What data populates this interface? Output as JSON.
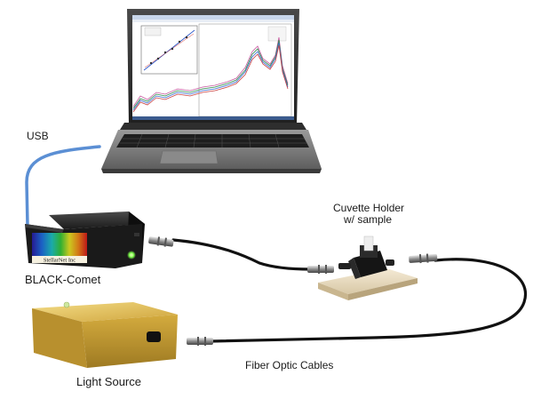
{
  "labels": {
    "usb": "USB",
    "spectrometer": "BLACK-Comet",
    "cuvette_line1": "Cuvette Holder",
    "cuvette_line2": "w/ sample",
    "fiber_optic": "Fiber Optic Cables",
    "light_source": "Light Source"
  },
  "brand": "StellarNet Inc",
  "colors": {
    "usb_cable": "#5b8fd4",
    "fiber_cable": "#111111",
    "spectrometer_body": "#1a1a1a",
    "light_source_body": "#d9b64a",
    "cuvette_base": "#efe3c9",
    "status_led": "#7cff4a"
  }
}
